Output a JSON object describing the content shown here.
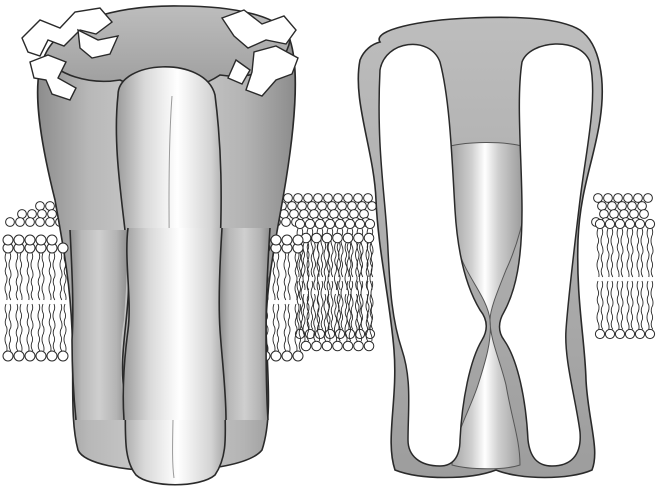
{
  "diagram": {
    "title": "",
    "labels": [],
    "colors": {
      "background": "#ffffff",
      "protein_fill": "#a8a8a8",
      "protein_light": "#f4f4f4",
      "outline": "#2a2a2a",
      "lipid_head": "#ffffff"
    },
    "components": {
      "membrane": "lipid-bilayer",
      "left_protein": "ion-channel-closed-side-view",
      "right_protein": "ion-channel-cross-section"
    }
  }
}
